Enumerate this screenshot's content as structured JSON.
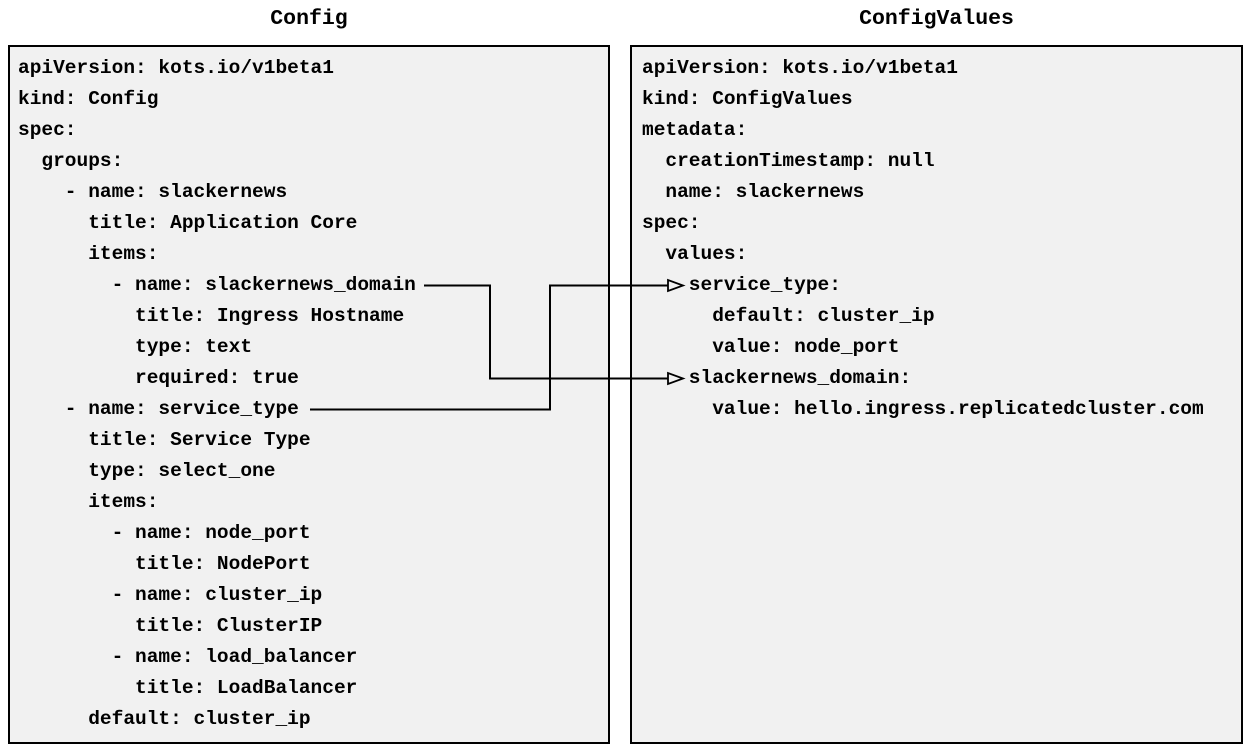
{
  "left_panel": {
    "title": "Config",
    "yaml": [
      "apiVersion: kots.io/v1beta1",
      "kind: Config",
      "spec:",
      "  groups:",
      "    - name: slackernews",
      "      title: Application Core",
      "      items:",
      "        - name: slackernews_domain",
      "          title: Ingress Hostname",
      "          type: text",
      "          required: true",
      "    - name: service_type",
      "      title: Service Type",
      "      type: select_one",
      "      items:",
      "        - name: node_port",
      "          title: NodePort",
      "        - name: cluster_ip",
      "          title: ClusterIP",
      "        - name: load_balancer",
      "          title: LoadBalancer",
      "      default: cluster_ip"
    ]
  },
  "right_panel": {
    "title": "ConfigValues",
    "yaml": [
      "apiVersion: kots.io/v1beta1",
      "kind: ConfigValues",
      "metadata:",
      "  creationTimestamp: null",
      "  name: slackernews",
      "spec:",
      "  values:",
      "    service_type:",
      "      default: cluster_ip",
      "      value: node_port",
      "    slackernews_domain:",
      "      value: hello.ingress.replicatedcluster.com"
    ]
  },
  "connections": [
    {
      "from": "Config item slackernews_domain",
      "to": "ConfigValues value slackernews_domain"
    },
    {
      "from": "Config item service_type",
      "to": "ConfigValues value service_type"
    }
  ],
  "colors": {
    "panel_bg": "#f1f1f1",
    "panel_border": "#000000",
    "text": "#000000",
    "arrow": "#000000",
    "page_bg": "#ffffff"
  }
}
